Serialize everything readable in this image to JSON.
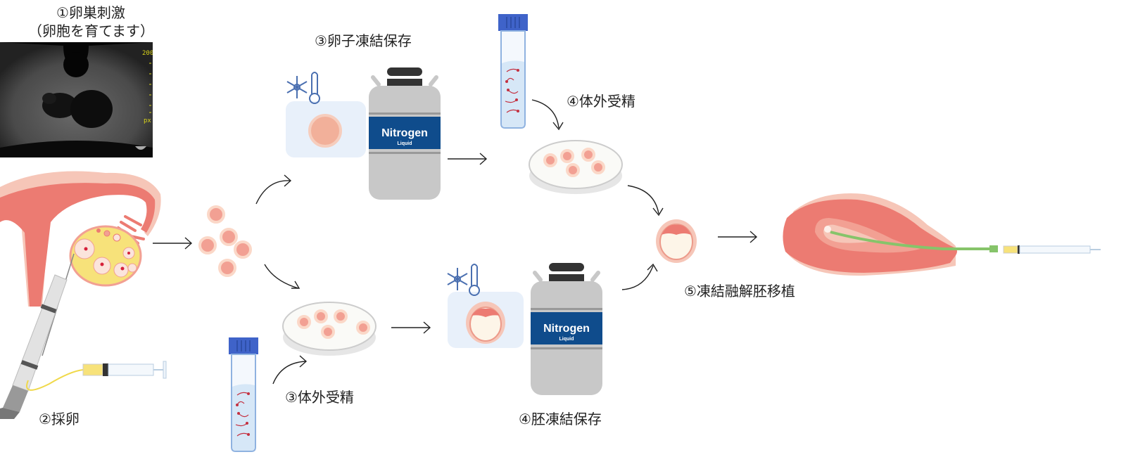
{
  "steps": {
    "ovarian_stimulation": {
      "title": "①卵巣刺激",
      "subtitle": "（卵胞を育てます）"
    },
    "egg_retrieval": {
      "title": "②採卵"
    },
    "egg_freezing": {
      "title": "③卵子凍結保存"
    },
    "ivf_lower": {
      "title": "③体外受精"
    },
    "ivf_upper": {
      "title": "④体外受精"
    },
    "embryo_freezing": {
      "title": "④胚凍結保存"
    },
    "frozen_embryo_transfer": {
      "title": "⑤凍結融解胚移植"
    }
  },
  "tanks": {
    "upper": {
      "label": "Nitrogen",
      "sublabel": "Liquid"
    },
    "lower": {
      "label": "Nitrogen",
      "sublabel": "Liquid"
    }
  },
  "ultrasound": {
    "scale_top": "200",
    "scale_bottom": "px"
  },
  "colors": {
    "tissue": "#ec7b72",
    "tissue_light": "#f6c6b8",
    "ovary": "#f7e27a",
    "egg": "#f2a093",
    "tank_body": "#c8c8c8",
    "tank_band": "#0f4c8c",
    "tube_cap": "#3f63c9",
    "freeze_icon": "#4a6fb0",
    "catheter": "#86c46a"
  }
}
